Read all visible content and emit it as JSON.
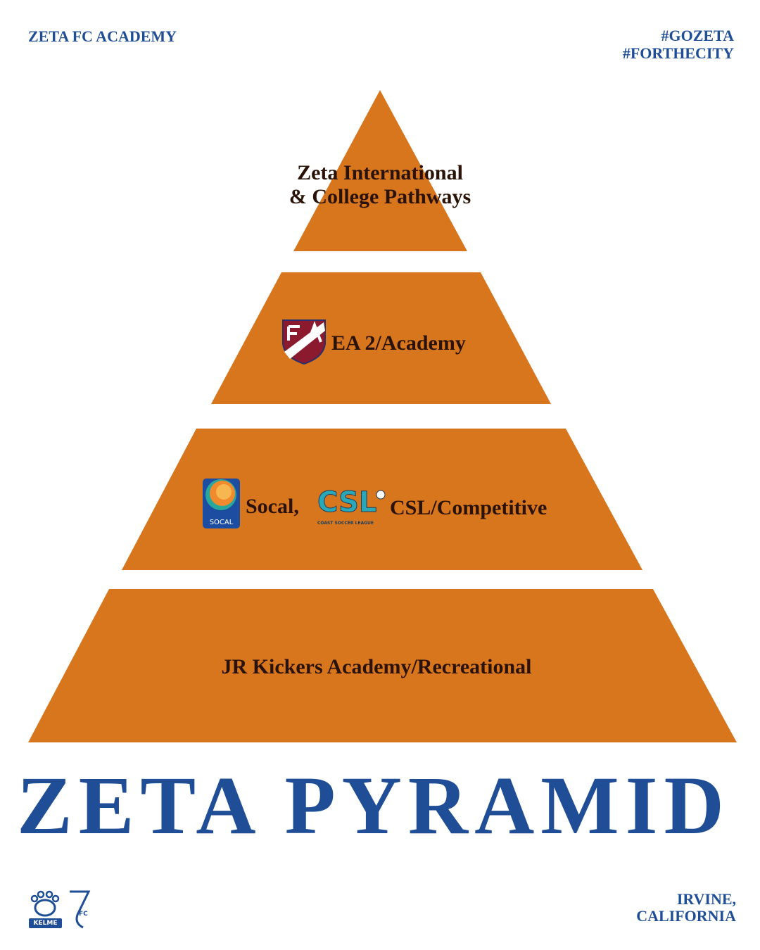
{
  "header": {
    "academy": "ZETA FC ACADEMY",
    "hashtags": [
      "#GOZETA",
      "#FORTHECITY"
    ]
  },
  "pyramid": {
    "tiers": [
      {
        "lines": [
          "Zeta International",
          "& College Pathways"
        ]
      },
      {
        "label": "EA 2/Academy",
        "logo": "ea2-shield-logo"
      },
      {
        "label_a": "Socal,",
        "label_b": "CSL/Competitive",
        "logos": [
          "socal-logo",
          "csl-logo"
        ],
        "logo_text": {
          "socal": "SOCAL",
          "csl": "CSL",
          "csl_sub": "COAST SOCCER LEAGUE"
        }
      },
      {
        "label": "JR Kickers Academy/Recreational"
      }
    ]
  },
  "title": "ZETA PYRAMID",
  "footer": {
    "sponsor_logo_text": "KELME",
    "club_logo_text": "FC",
    "location": [
      "IRVINE,",
      "CALIFORNIA"
    ]
  },
  "colors": {
    "orange": "#d8761e",
    "blue": "#1f4e96",
    "text": "#2a1206"
  }
}
